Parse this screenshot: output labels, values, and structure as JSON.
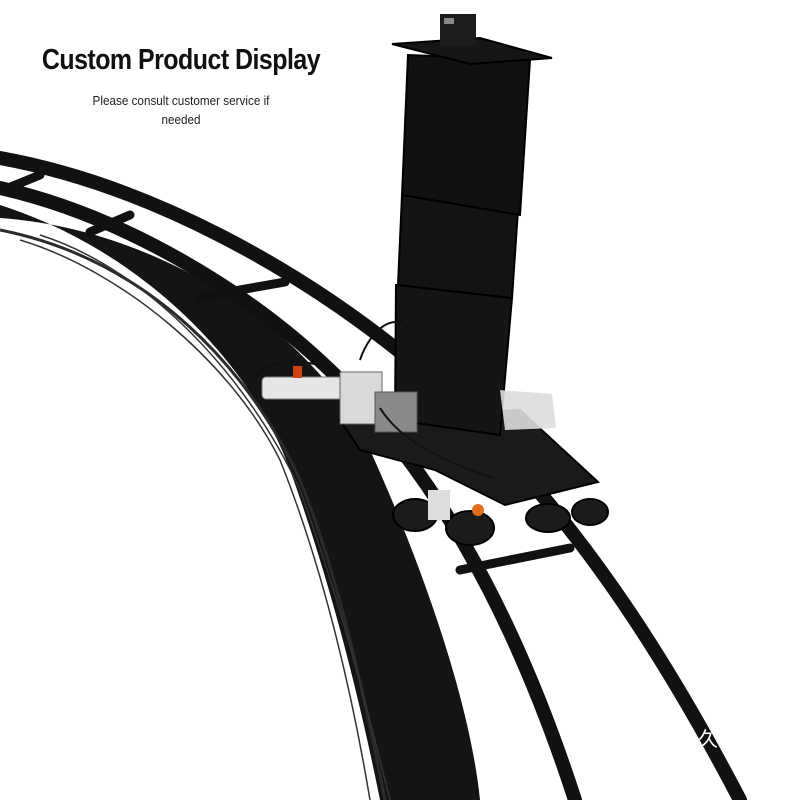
{
  "caption": {
    "headline": "Custom Product Display",
    "subline": "Please consult customer service if needed"
  },
  "watermark": {
    "text": "久"
  },
  "colors": {
    "background": "#ffffff",
    "equipment": "#111111",
    "accent": "#e07020"
  },
  "photo": {
    "subject": "camera-dolly-track-with-telescoping-column"
  }
}
